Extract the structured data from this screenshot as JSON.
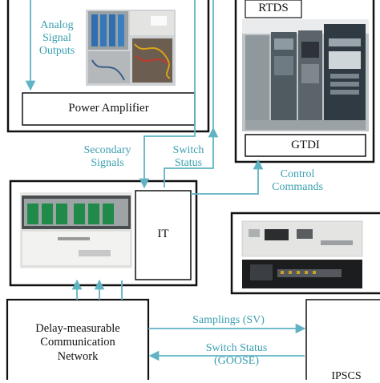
{
  "colors": {
    "connector": "#5fb3c3",
    "box_stroke": "#111111",
    "label_teal": "#3a9fb0"
  },
  "nodes": {
    "power_amplifier": "Power Amplifier",
    "rtds": "RTDS",
    "gtdi": "GTDI",
    "it": "IT",
    "network_line1": "Delay-measurable",
    "network_line2": "Communication",
    "network_line3": "Network",
    "ipscs": "IPSCS"
  },
  "edge_labels": {
    "analog_line1": "Analog",
    "analog_line2": "Signal",
    "analog_line3": "Outputs",
    "secondary_line1": "Secondary",
    "secondary_line2": "Signals",
    "switch_line1": "Switch",
    "switch_line2": "Status",
    "control_line1": "Control",
    "control_line2": "Commands",
    "samplings": "Samplings (SV)",
    "switch_goose_line1": "Switch Status",
    "switch_goose_line2": "(GOOSE)"
  },
  "photos": {
    "amplifier_rack": "amplifier-rack-photo",
    "rtds_cabinet": "rtds-cabinet-photo",
    "protection_device": "protection-device-photo",
    "ipscs_device": "ipscs-device-photo"
  }
}
